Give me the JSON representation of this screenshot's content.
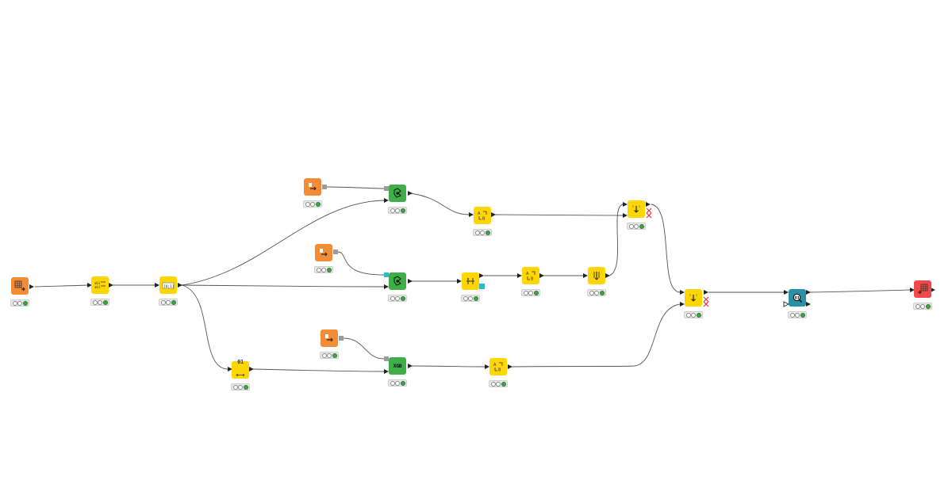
{
  "colors": {
    "source_node": "#f28c36",
    "manipulator_node": "#ffd600",
    "learner_node": "#3fae49",
    "predictor_node": "#3fae49",
    "scorer_node": "#2a8fa8",
    "writer_node": "#f04a4a",
    "status_green": "#3fa447",
    "connection": "#555555",
    "model_port": "#2fb8cf"
  },
  "nodes": [
    {
      "id": "csv-reader",
      "icon": "table-arrow-icon",
      "glyph": "",
      "color": "#f28c36",
      "class": "src",
      "lights": [
        "empty",
        "empty",
        "green"
      ]
    },
    {
      "id": "column-filter",
      "icon": "column-filter-icon",
      "glyph": "",
      "color": "#ffd600",
      "class": "man",
      "lights": [
        "empty",
        "empty",
        "green"
      ]
    },
    {
      "id": "normalizer",
      "icon": "normalizer-icon",
      "glyph": "",
      "color": "#ffd600",
      "class": "man",
      "lights": [
        "empty",
        "empty",
        "green"
      ]
    },
    {
      "id": "model-reader-top",
      "icon": "model-reader-icon",
      "glyph": "",
      "color": "#f28c36",
      "class": "src",
      "lights": [
        "empty",
        "empty",
        "green"
      ]
    },
    {
      "id": "predictor-top",
      "icon": "predictor-icon",
      "glyph": "",
      "color": "#3fae49",
      "class": "lrn",
      "lights": [
        "empty",
        "empty",
        "green"
      ]
    },
    {
      "id": "column-rename-top",
      "icon": "column-rename-icon",
      "glyph": "",
      "color": "#ffd600",
      "class": "man",
      "lights": [
        "empty",
        "empty",
        "green"
      ]
    },
    {
      "id": "model-reader-middle",
      "icon": "model-reader-icon",
      "glyph": "",
      "color": "#f28c36",
      "class": "src",
      "lights": [
        "empty",
        "empty",
        "green"
      ]
    },
    {
      "id": "predictor-middle",
      "icon": "predictor-icon",
      "glyph": "",
      "color": "#3fae49",
      "class": "lrn",
      "lights": [
        "empty",
        "empty",
        "green"
      ]
    },
    {
      "id": "math-formula",
      "icon": "column-expression-icon",
      "glyph": "",
      "color": "#ffd600",
      "class": "man",
      "lights": [
        "empty",
        "empty",
        "green"
      ]
    },
    {
      "id": "column-rename-middle",
      "icon": "column-rename-icon",
      "glyph": "",
      "color": "#ffd600",
      "class": "man",
      "lights": [
        "empty",
        "empty",
        "green"
      ]
    },
    {
      "id": "rule-engine",
      "icon": "rule-engine-icon",
      "glyph": "",
      "color": "#ffd600",
      "class": "man",
      "lights": [
        "empty",
        "empty",
        "green"
      ]
    },
    {
      "id": "joiner-top",
      "icon": "joiner-icon",
      "glyph": "",
      "color": "#ffd600",
      "class": "man",
      "lights": [
        "empty",
        "empty",
        "green"
      ]
    },
    {
      "id": "number-to-string",
      "icon": "number-to-string-icon",
      "glyph": "01",
      "color": "#ffd600",
      "class": "man",
      "lights": [
        "empty",
        "empty",
        "green"
      ]
    },
    {
      "id": "model-reader-bottom",
      "icon": "model-reader-icon",
      "glyph": "",
      "color": "#f28c36",
      "class": "src",
      "lights": [
        "empty",
        "empty",
        "green"
      ]
    },
    {
      "id": "xgboost-predictor",
      "icon": "xgboost-icon",
      "glyph": "XGB",
      "color": "#3fae49",
      "class": "lrn",
      "lights": [
        "empty",
        "empty",
        "green"
      ]
    },
    {
      "id": "column-rename-bottom",
      "icon": "column-rename-icon",
      "glyph": "",
      "color": "#ffd600",
      "class": "man",
      "lights": [
        "empty",
        "empty",
        "green"
      ]
    },
    {
      "id": "joiner-bottom",
      "icon": "joiner-icon",
      "glyph": "",
      "color": "#ffd600",
      "class": "man",
      "lights": [
        "empty",
        "empty",
        "green"
      ]
    },
    {
      "id": "scorer",
      "icon": "scorer-icon",
      "glyph": "",
      "color": "#2a8fa8",
      "class": "scr",
      "lights": [
        "empty",
        "empty",
        "green"
      ]
    },
    {
      "id": "csv-writer",
      "icon": "table-writer-icon",
      "glyph": "",
      "color": "#f04a4a",
      "class": "src",
      "lights": [
        "empty",
        "empty",
        "green"
      ]
    }
  ]
}
